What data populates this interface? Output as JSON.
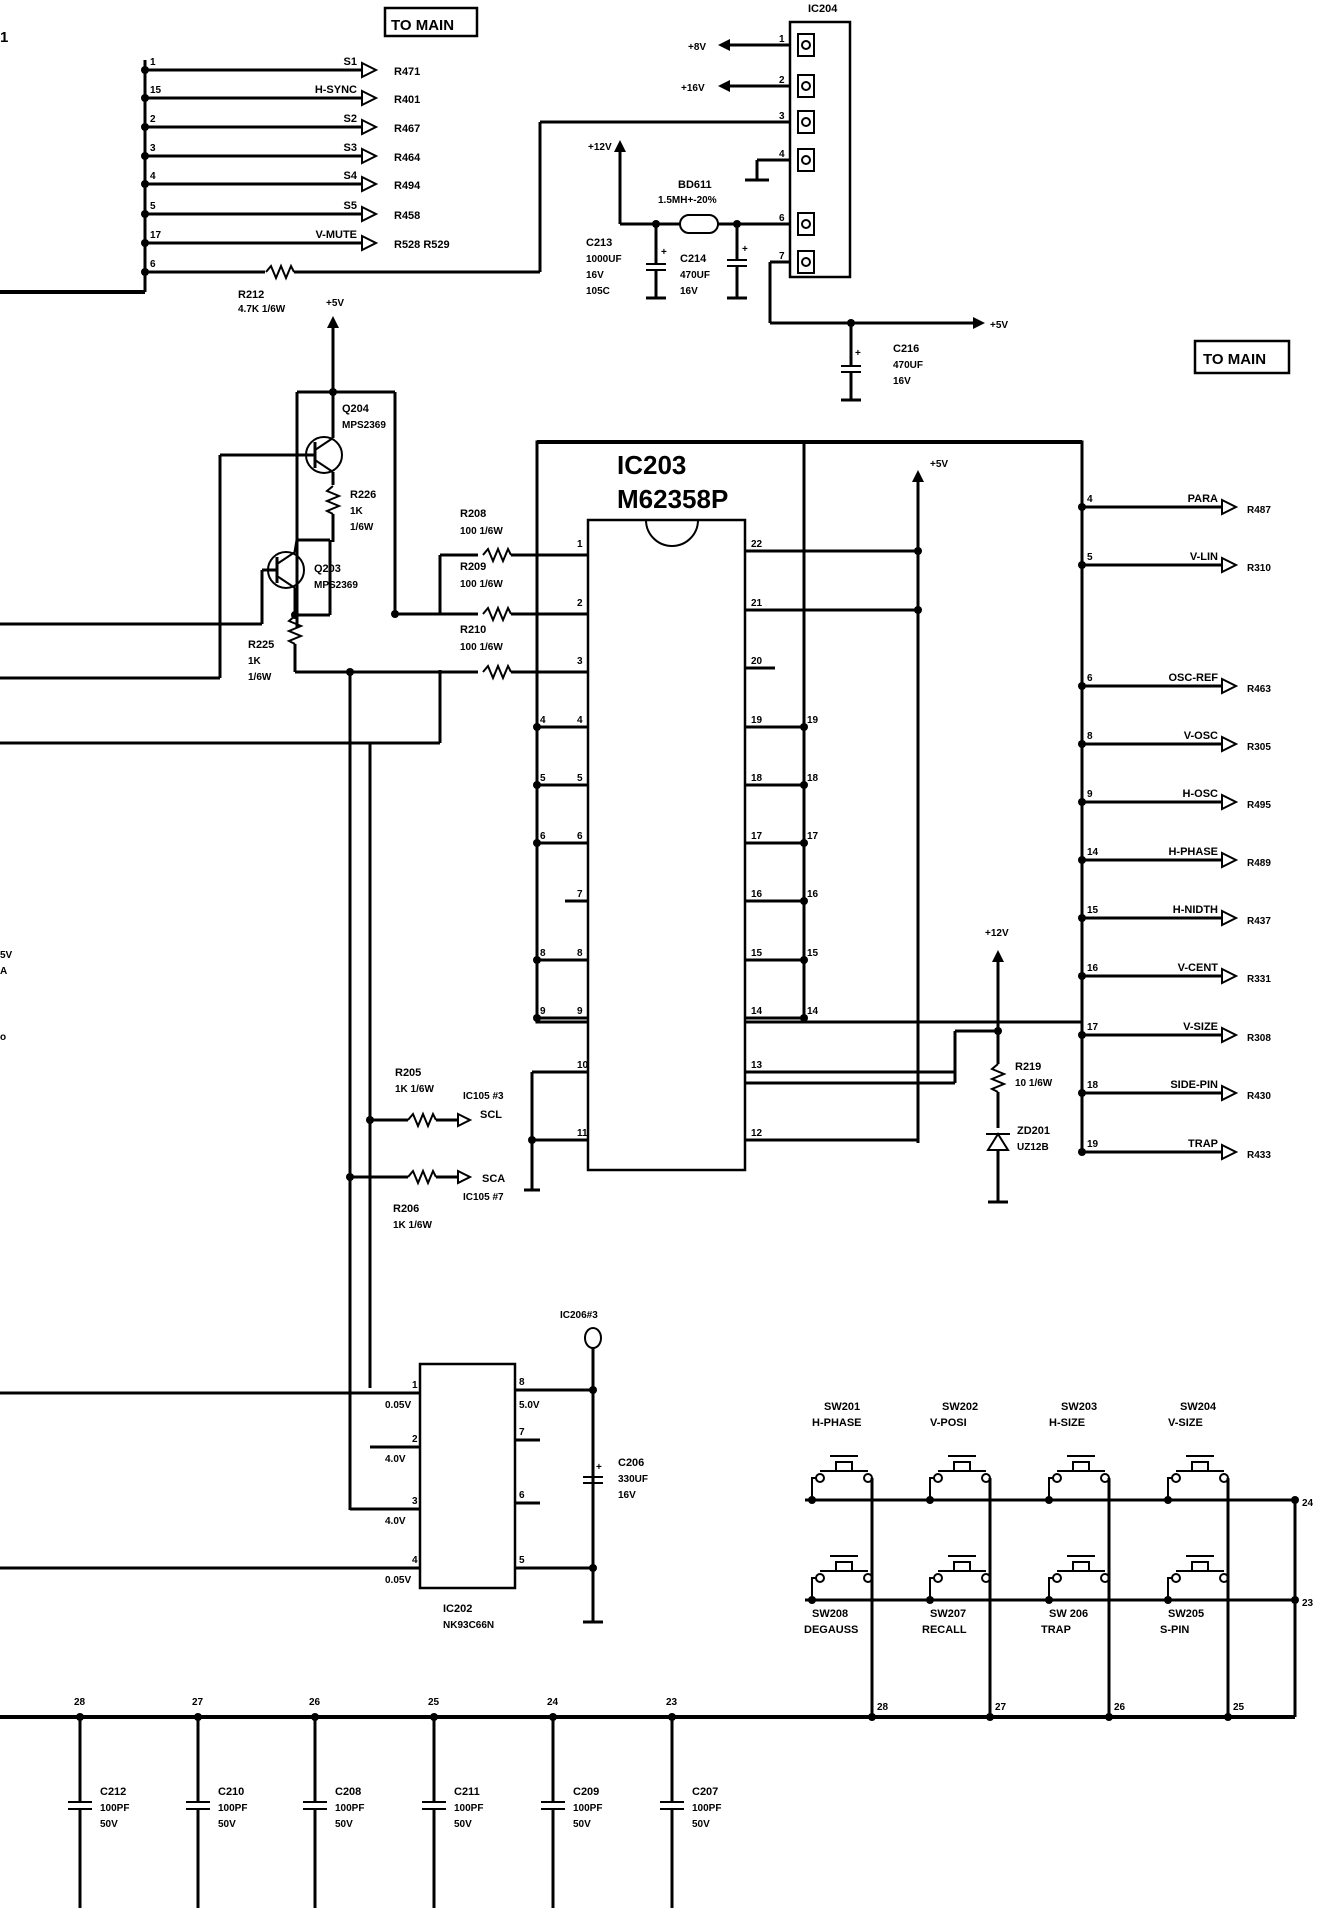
{
  "page_marker": "1",
  "to_main_labels": [
    "TO MAIN",
    "TO MAIN"
  ],
  "left_connector": {
    "rows": [
      {
        "pin": "1",
        "signal": "S1",
        "ref": "R471"
      },
      {
        "pin": "15",
        "signal": "H-SYNC",
        "ref": "R401"
      },
      {
        "pin": "2",
        "signal": "S2",
        "ref": "R467"
      },
      {
        "pin": "3",
        "signal": "S3",
        "ref": "R464"
      },
      {
        "pin": "4",
        "signal": "S4",
        "ref": "R494"
      },
      {
        "pin": "5",
        "signal": "S5",
        "ref": "R458"
      },
      {
        "pin": "17",
        "signal": "V-MUTE",
        "ref": "R528  R529"
      },
      {
        "pin": "6",
        "signal": "",
        "ref": ""
      }
    ]
  },
  "ic204": {
    "name": "IC204",
    "pins": [
      "1",
      "2",
      "3",
      "4",
      "6",
      "7"
    ],
    "out1": "+8V",
    "out2": "+16V",
    "in12": "+12V",
    "out5": "+5V"
  },
  "bd611": {
    "name": "BD611",
    "value": "1.5MH+-20%"
  },
  "c213": [
    "C213",
    "1000UF",
    "16V",
    "105C"
  ],
  "c214": [
    "C214",
    "470UF",
    "16V"
  ],
  "c216": [
    "C216",
    "470UF",
    "16V"
  ],
  "r212": [
    "R212",
    "4.7K 1/6W"
  ],
  "plus5v": "+5V",
  "q204": [
    "Q204",
    "MPS2369"
  ],
  "q203": [
    "Q203",
    "MPS2369"
  ],
  "r226": [
    "R226",
    "1K",
    "1/6W"
  ],
  "r225": [
    "R225",
    "1K",
    "1/6W"
  ],
  "r208": [
    "R208",
    "100 1/6W"
  ],
  "r209": [
    "R209",
    "100 1/6W"
  ],
  "r210": [
    "R210",
    "100 1/6W"
  ],
  "ic203": {
    "name": "IC203",
    "part": "M62358P",
    "supply": "+5V",
    "left_pins": [
      "1",
      "2",
      "3",
      "4",
      "5",
      "6",
      "7",
      "8",
      "9",
      "10",
      "11"
    ],
    "right_pins": [
      "22",
      "21",
      "20",
      "19",
      "18",
      "17",
      "16",
      "15",
      "14",
      "13",
      "12"
    ],
    "outer_left": [
      "4",
      "5",
      "6",
      "8",
      "9"
    ],
    "outer_right": [
      "19",
      "18",
      "17",
      "16",
      "15",
      "14"
    ]
  },
  "right_outputs": [
    {
      "pin": "4",
      "signal": "PARA",
      "ref": "R487"
    },
    {
      "pin": "5",
      "signal": "V-LIN",
      "ref": "R310"
    },
    {
      "pin": "6",
      "signal": "OSC-REF",
      "ref": "R463"
    },
    {
      "pin": "8",
      "signal": "V-OSC",
      "ref": "R305"
    },
    {
      "pin": "9",
      "signal": "H-OSC",
      "ref": "R495"
    },
    {
      "pin": "14",
      "signal": "H-PHASE",
      "ref": "R489"
    },
    {
      "pin": "15",
      "signal": "H-NIDTH",
      "ref": "R437"
    },
    {
      "pin": "16",
      "signal": "V-CENT",
      "ref": "R331"
    },
    {
      "pin": "17",
      "signal": "V-SIZE",
      "ref": "R308"
    },
    {
      "pin": "18",
      "signal": "SIDE-PIN",
      "ref": "R430"
    },
    {
      "pin": "19",
      "signal": "TRAP",
      "ref": "R433"
    }
  ],
  "plus12v": "+12V",
  "r219": [
    "R219",
    "10 1/6W"
  ],
  "zd201": [
    "ZD201",
    "UZ12B"
  ],
  "r205": [
    "R205",
    "1K 1/6W"
  ],
  "r206": [
    "R206",
    "1K 1/6W"
  ],
  "scl": [
    "IC105 #3",
    "SCL"
  ],
  "sca": [
    "SCA",
    "IC105 #7"
  ],
  "ic206": "IC206#3",
  "ic202": {
    "name": "IC202",
    "part": "NK93C66N",
    "left_pins": [
      "1",
      "2",
      "3",
      "4"
    ],
    "right_pins": [
      "8",
      "7",
      "6",
      "5"
    ],
    "left_volts": [
      "0.05V",
      "4.0V",
      "4.0V",
      "0.05V"
    ],
    "pin8_volt": "5.0V"
  },
  "c206": [
    "C206",
    "330UF",
    "16V"
  ],
  "switches_top": [
    {
      "ref": "SW201",
      "name": "H-PHASE"
    },
    {
      "ref": "SW202",
      "name": "V-POSI"
    },
    {
      "ref": "SW203",
      "name": "H-SIZE"
    },
    {
      "ref": "SW204",
      "name": "V-SIZE"
    }
  ],
  "switches_bottom": [
    {
      "ref": "SW208",
      "name": "DEGAUSS"
    },
    {
      "ref": "SW207",
      "name": "RECALL"
    },
    {
      "ref": "SW 206",
      "name": "TRAP"
    },
    {
      "ref": "SW205",
      "name": "S-PIN"
    }
  ],
  "sw_rail_pins": [
    "24",
    "23"
  ],
  "sw_column_pins": [
    "28",
    "27",
    "26",
    "25"
  ],
  "bottom_bus_pins": [
    "28",
    "27",
    "26",
    "25",
    "24",
    "23"
  ],
  "bottom_caps": [
    [
      "C212",
      "100PF",
      "50V"
    ],
    [
      "C210",
      "100PF",
      "50V"
    ],
    [
      "C208",
      "100PF",
      "50V"
    ],
    [
      "C211",
      "100PF",
      "50V"
    ],
    [
      "C209",
      "100PF",
      "50V"
    ],
    [
      "C207",
      "100PF",
      "50V"
    ]
  ],
  "left_edge_fragments": [
    "5V",
    "A",
    "o"
  ]
}
